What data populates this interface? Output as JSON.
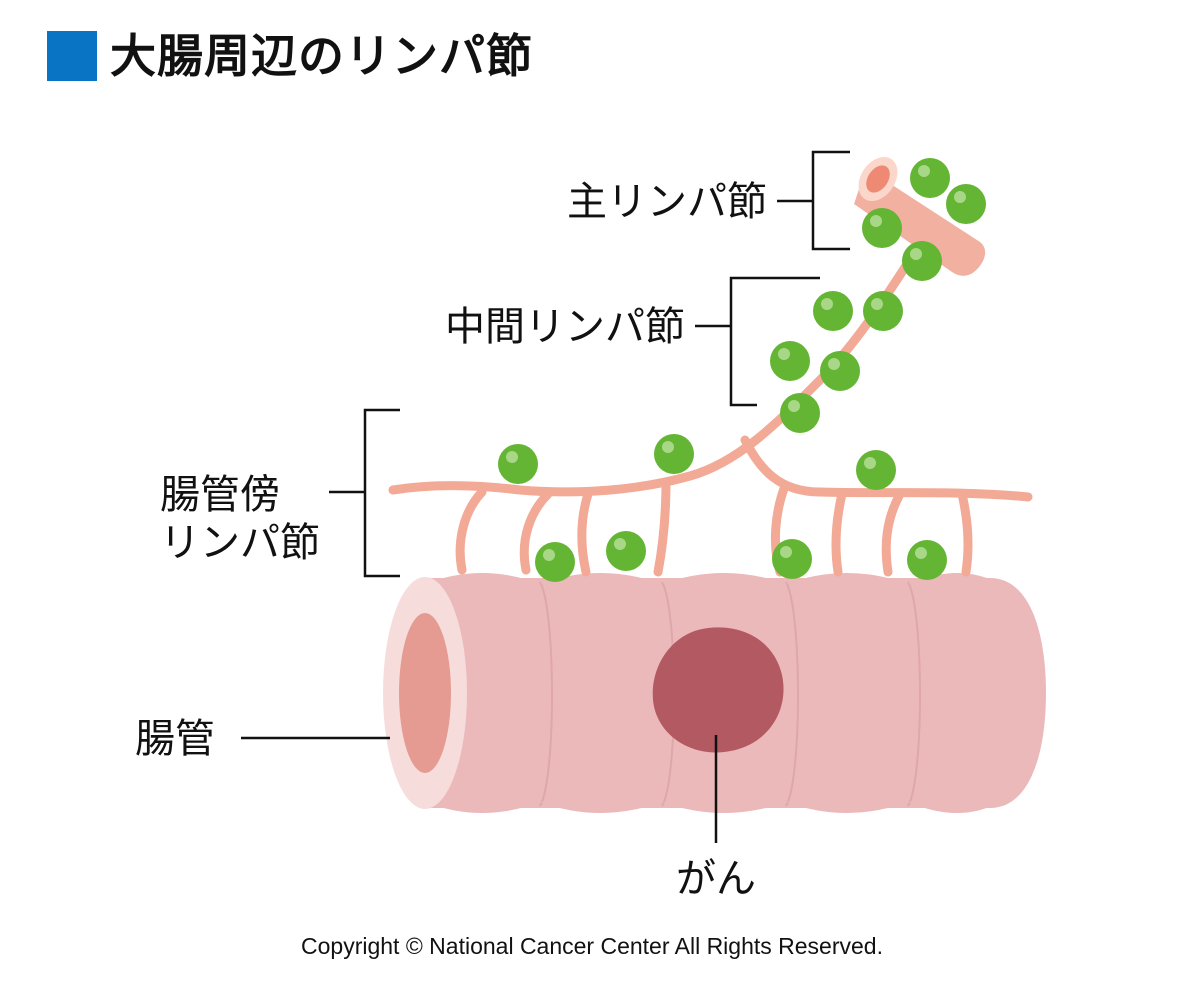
{
  "title": "大腸周辺のリンパ節",
  "labels": {
    "main_node": "主リンパ節",
    "intermediate_node": "中間リンパ節",
    "paracolic_line1": "腸管傍",
    "paracolic_line2": "リンパ節",
    "intestine": "腸管",
    "cancer": "がん"
  },
  "copyright": "Copyright © National Cancer Center All Rights Reserved.",
  "colors": {
    "accent": "#0a74c4",
    "lymph_node": "#63b533",
    "lymph_node_highlight": "#a8d887",
    "lymph_vessel": "#f2a995",
    "intestine": "#ecb9bb",
    "intestine_rim": "#f7dcdc",
    "intestine_lumen": "#e59b91",
    "cancer": "#b35962"
  }
}
